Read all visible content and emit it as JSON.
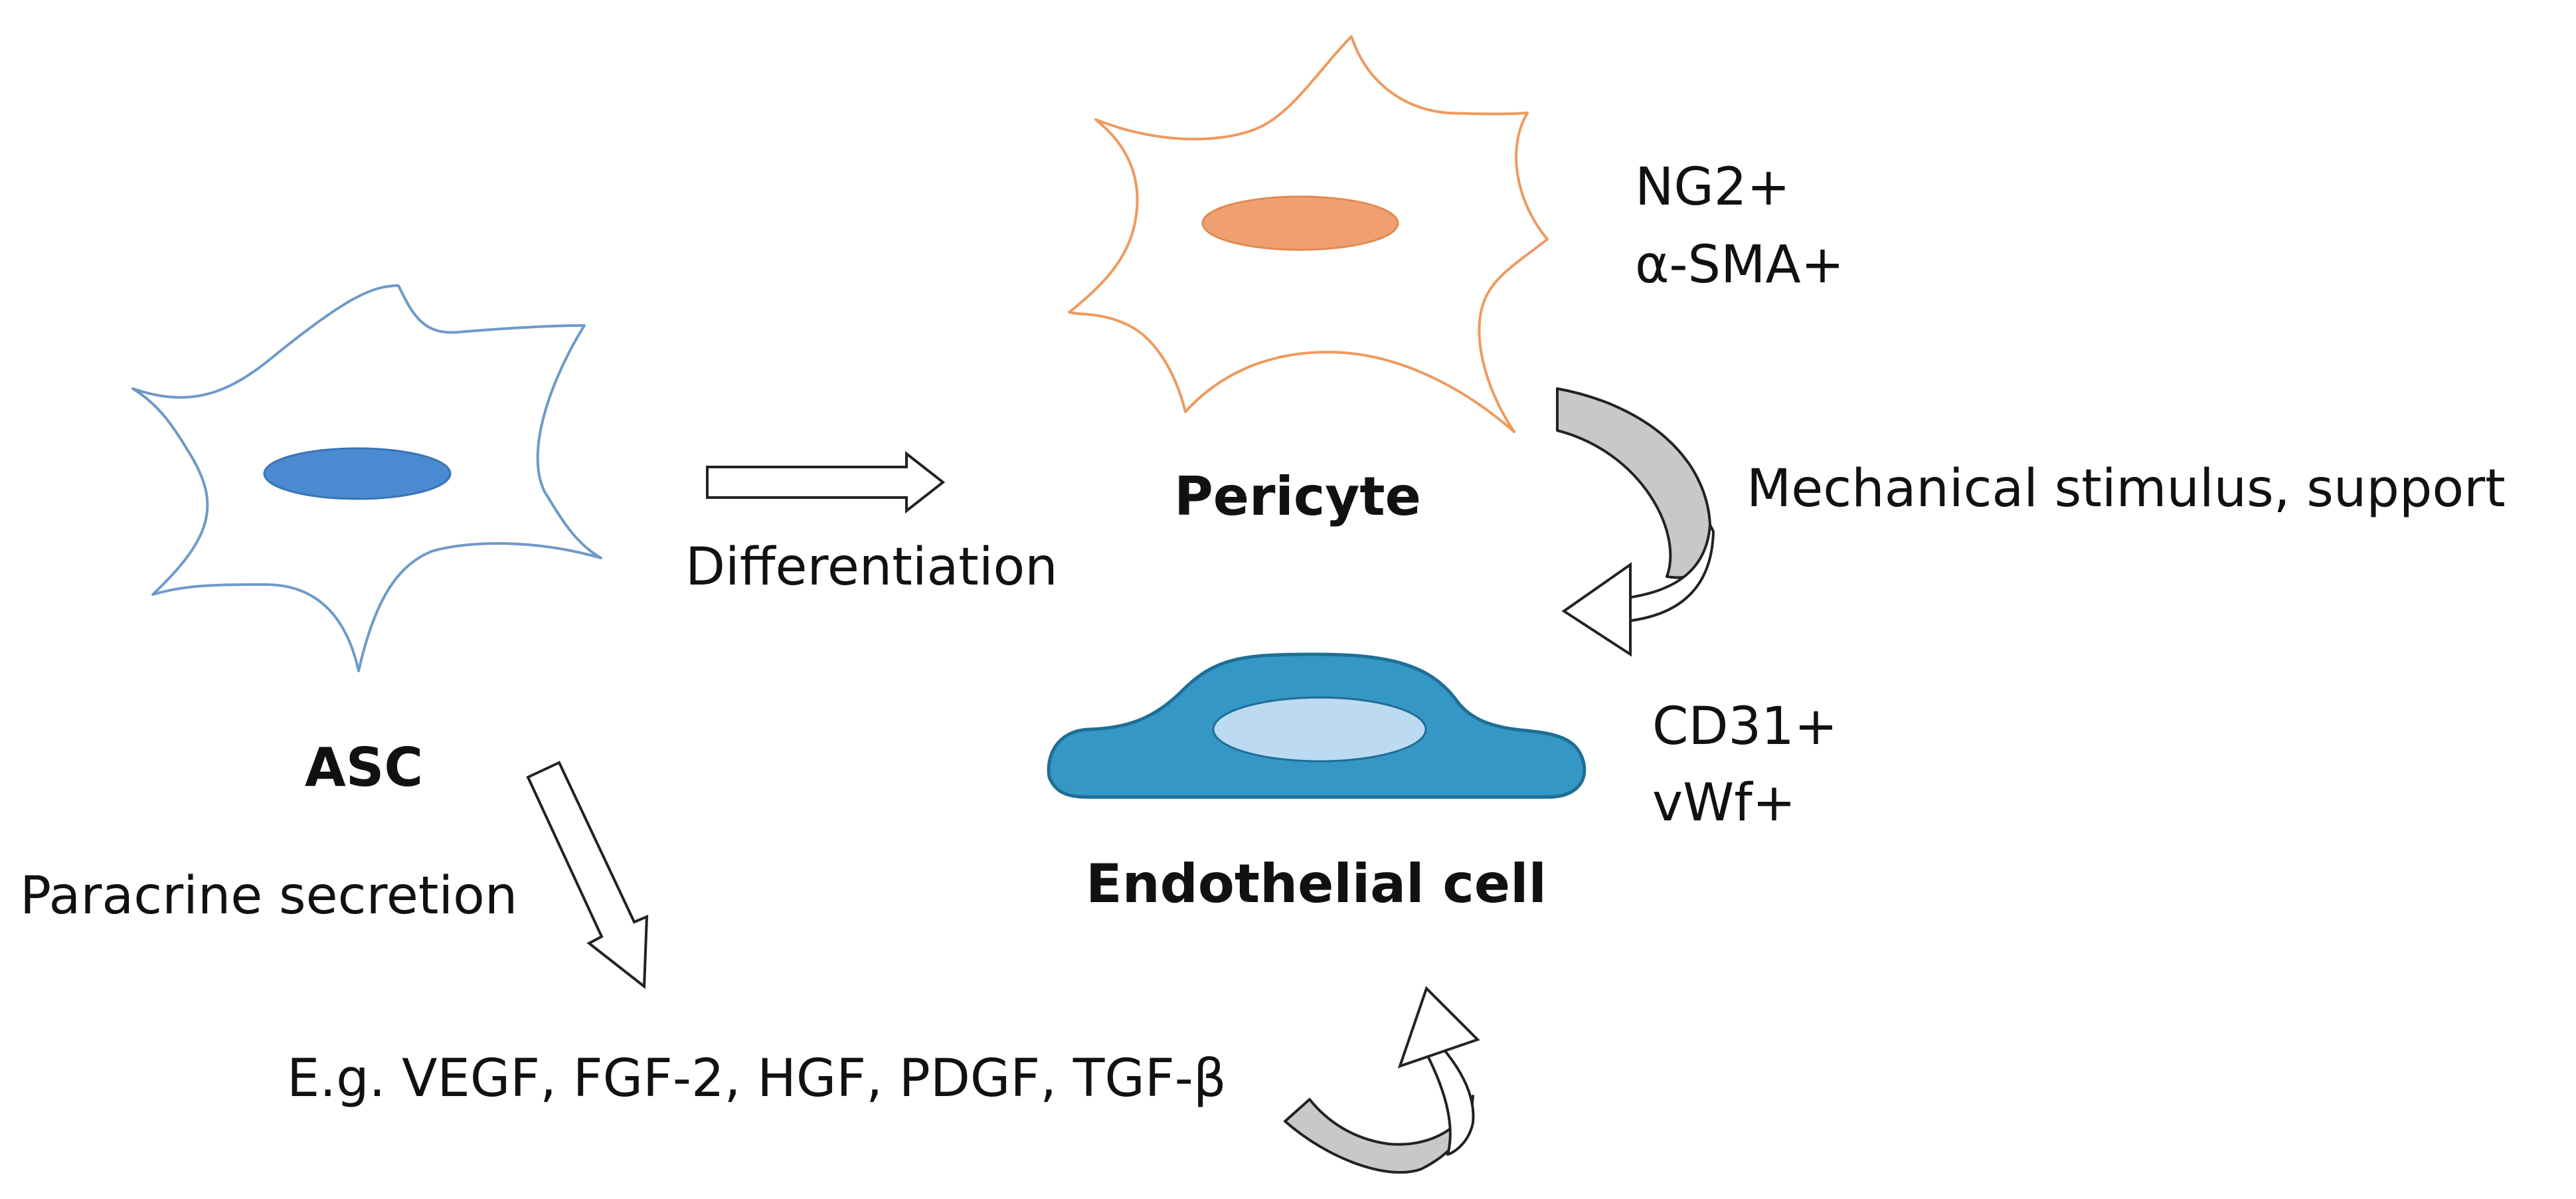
{
  "labels": {
    "asc": "ASC",
    "pericyte": "Pericyte",
    "endothelial": "Endothelial cell",
    "differentiation": "Differentiation",
    "paracrine": "Paracrine secretion",
    "mechanical": "Mechanical stimulus, support",
    "factors": "E.g. VEGF, FGF-2, HGF, PDGF, TGF-β",
    "pericyte_markers": [
      "NG2+",
      "α-SMA+"
    ],
    "endothelial_markers": [
      "CD31+",
      "vWf+"
    ]
  },
  "colors": {
    "asc_outline": "#6e9ac8",
    "asc_nucleus": "#4a8ad0",
    "pericyte_outline": "#ee9a5e",
    "pericyte_nucleus": "#f0a070",
    "endothelial_body": "#3497c6",
    "endothelial_outline": "#1f6e95",
    "endothelial_nucleus": "#bcdaf2",
    "curved_arrow_fill": "#c8c8c8"
  }
}
